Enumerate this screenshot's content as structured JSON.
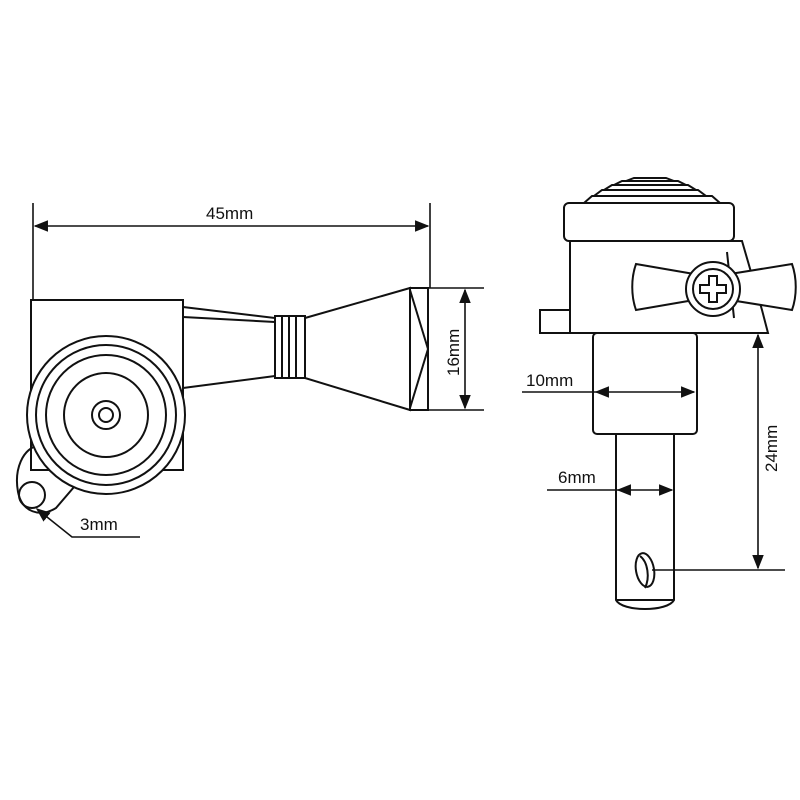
{
  "dimensions": {
    "overall_length": "45mm",
    "button_height": "16mm",
    "mount_hole": "3mm",
    "bushing_diameter": "10mm",
    "post_diameter": "6mm",
    "post_height": "24mm"
  },
  "colors": {
    "line": "#111111",
    "background": "#ffffff"
  }
}
